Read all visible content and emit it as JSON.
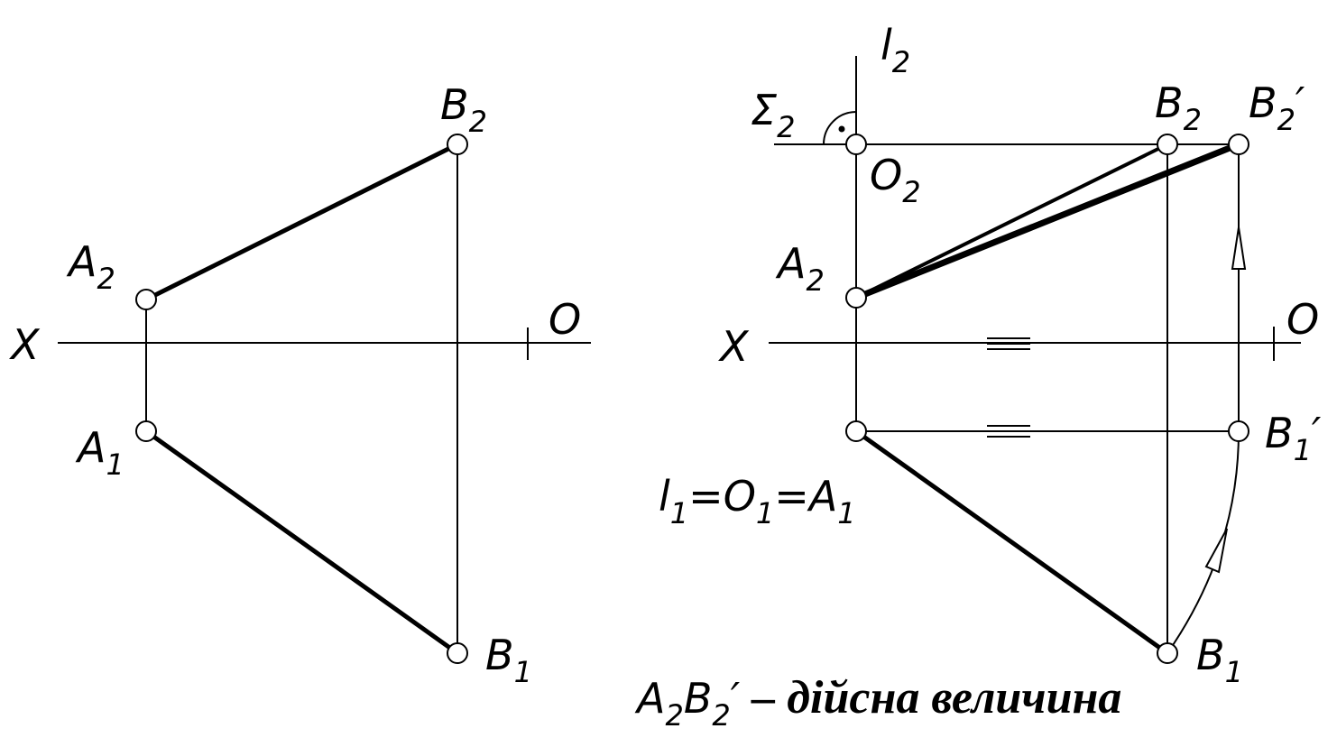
{
  "left": {
    "axis_x": "X",
    "axis_o": "O",
    "points": {
      "A2": {
        "base": "A",
        "sub": "2",
        "prime": ""
      },
      "B2": {
        "base": "B",
        "sub": "2",
        "prime": ""
      },
      "A1": {
        "base": "A",
        "sub": "1",
        "prime": ""
      },
      "B1": {
        "base": "B",
        "sub": "1",
        "prime": ""
      }
    }
  },
  "right": {
    "axis_x": "X",
    "axis_o": "O",
    "l2": {
      "base": "l",
      "sub": "2"
    },
    "sigma2": {
      "base": "Σ",
      "sub": "2"
    },
    "O2": {
      "base": "O",
      "sub": "2"
    },
    "A2": {
      "base": "A",
      "sub": "2"
    },
    "B2": {
      "base": "B",
      "sub": "2"
    },
    "B2p": {
      "base": "B",
      "sub": "2",
      "prime": "′"
    },
    "B1p": {
      "base": "B",
      "sub": "1",
      "prime": "′"
    },
    "B1": {
      "base": "B",
      "sub": "1"
    },
    "l1_eq": {
      "l": "l",
      "l_sub": "1",
      "eq1": "=",
      "o": "O",
      "o_sub": "1",
      "eq2": "=",
      "a": "A",
      "a_sub": "1"
    }
  },
  "caption": {
    "a": "A",
    "a_sub": "2",
    "b": "B",
    "b_sub": "2",
    "prime": "′",
    "text": " – дійсна величина"
  }
}
